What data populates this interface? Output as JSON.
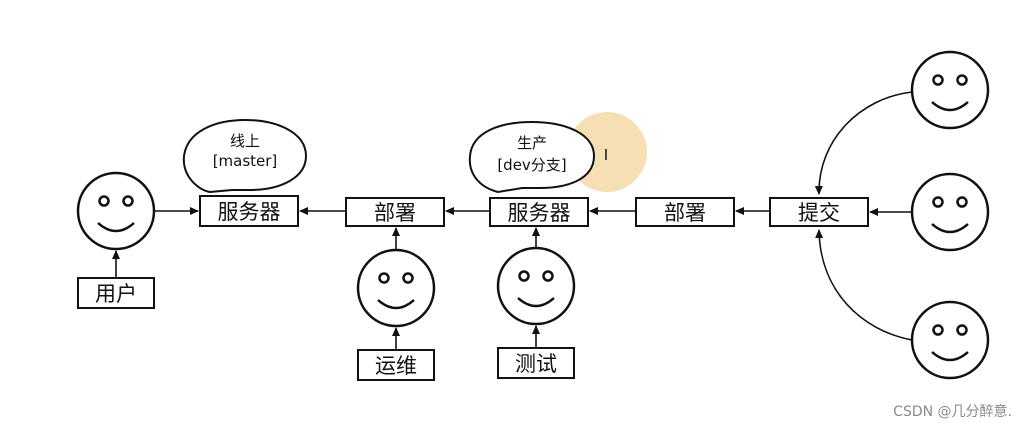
{
  "boxes": {
    "server_prod": "服务器",
    "deploy_left": "部署",
    "server_dev": "服务器",
    "deploy_right": "部署",
    "commit": "提交",
    "user": "用户",
    "ops": "运维",
    "test": "测试"
  },
  "bubbles": {
    "online": {
      "line1": "线上",
      "line2": "[master]"
    },
    "production": {
      "line1": "生产",
      "line2": "[dev分支]"
    }
  },
  "cursor_glyph": "I",
  "watermark": "CSDN @几分醉意.",
  "colors": {
    "stroke": "#111111",
    "cursor_highlight": "#f3d9a6"
  }
}
